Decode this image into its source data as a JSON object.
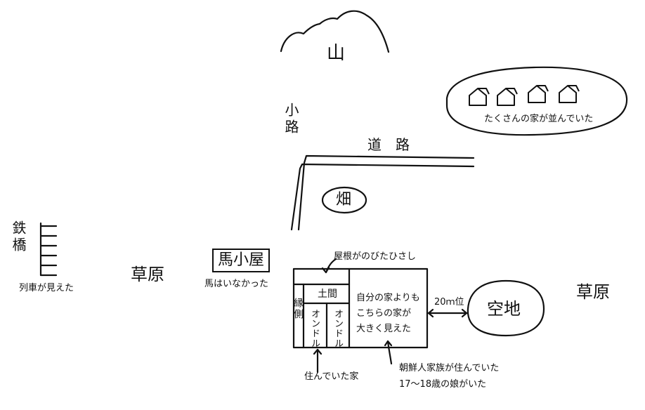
{
  "labels": {
    "mountain": "山",
    "small_road": "小路",
    "road": "道　路",
    "field": "畑",
    "houses_caption": "たくさんの家が並んでいた",
    "railway_bridge": "鉄橋",
    "train_seen": "列車が見えた",
    "grassland_left": "草原",
    "stable": "馬小屋",
    "no_horses": "馬はいなかった",
    "eaves": "屋根がのびたひさし",
    "veranda": "縁側",
    "earth_floor": "土間",
    "ondol_1": "オンドル",
    "ondol_2": "オンドル",
    "bigger_house": [
      "自分の家よりも",
      "こちらの家が",
      "大きく見えた"
    ],
    "distance": "20ｍ位",
    "vacant_lot": "空地",
    "grassland_right": "草原",
    "lived_house": "住んでいた家",
    "korean_family": "朝鮮人家族が住んでいた",
    "daughter": "17～18歳の娘がいた"
  }
}
